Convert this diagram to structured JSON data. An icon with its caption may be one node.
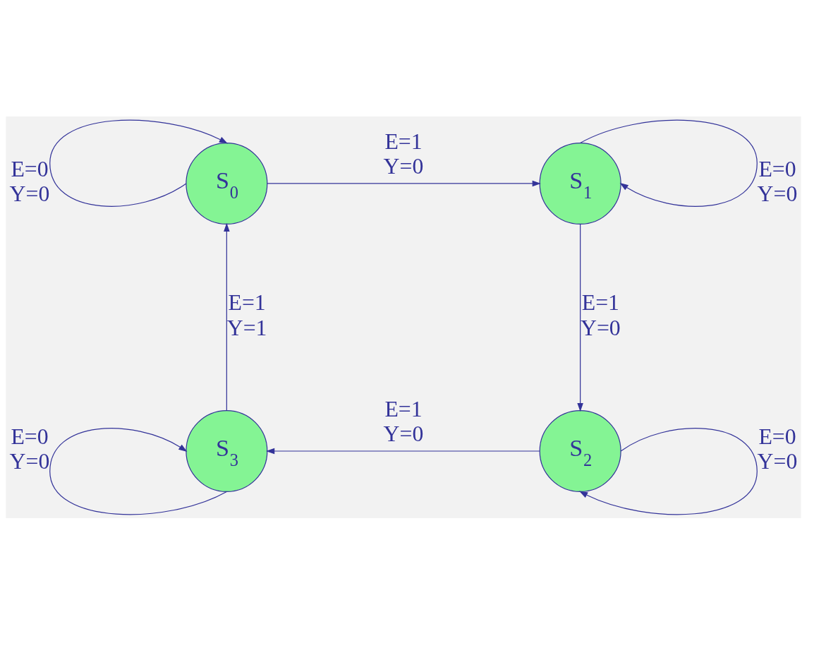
{
  "diagram": {
    "nodes": [
      {
        "text": [
          "S$_{0}$"
        ]
      },
      {
        "text": [
          "S$_{1}$"
        ]
      },
      {
        "text": [
          "S$_{2}$"
        ]
      },
      {
        "text": [
          "S$_{3}$"
        ]
      }
    ],
    "edges": [
      {
        "from": 0,
        "to": 0,
        "arrow": "to",
        "label": "E=0 Y=0"
      },
      {
        "from": 0,
        "to": 1,
        "arrow": "to",
        "label": "E=1 Y=0"
      },
      {
        "from": 1,
        "to": 1,
        "arrow": "to",
        "label": "E=0 Y=0"
      },
      {
        "from": 1,
        "to": 2,
        "arrow": "to",
        "label": "E=1 Y=0"
      },
      {
        "from": 2,
        "to": 2,
        "arrow": "to",
        "label": "E=0 Y=0"
      },
      {
        "from": 2,
        "to": 3,
        "arrow": "to",
        "label": "E=1 Y=0"
      },
      {
        "from": 3,
        "to": 3,
        "arrow": "to",
        "label": "E=0 Y=0"
      },
      {
        "from": 3,
        "to": 0,
        "arrow": "to",
        "label": "E=1 Y=1"
      }
    ]
  }
}
